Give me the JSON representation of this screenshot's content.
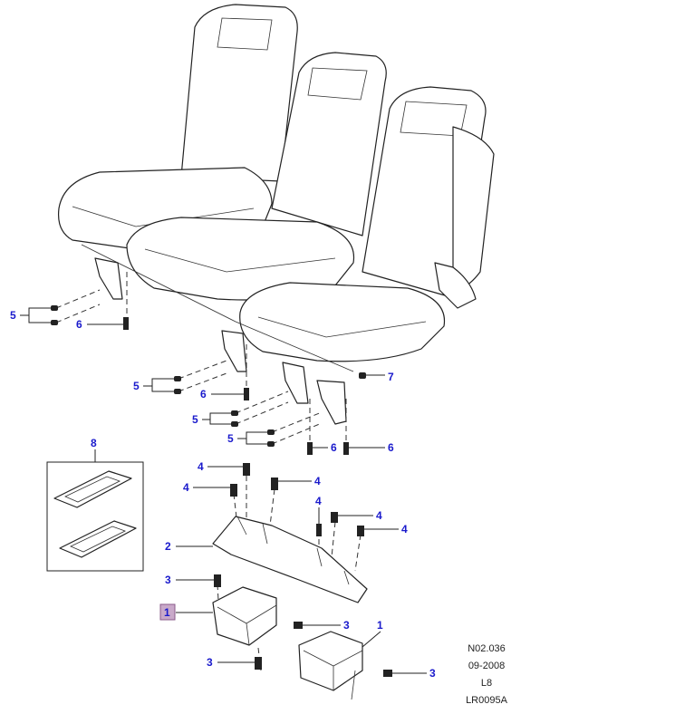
{
  "diagram": {
    "callouts": [
      {
        "id": "c5a",
        "label": "5"
      },
      {
        "id": "c6a",
        "label": "6"
      },
      {
        "id": "c5b",
        "label": "5"
      },
      {
        "id": "c6b",
        "label": "6"
      },
      {
        "id": "c7",
        "label": "7"
      },
      {
        "id": "c5c",
        "label": "5"
      },
      {
        "id": "c5d",
        "label": "5"
      },
      {
        "id": "c6c",
        "label": "6"
      },
      {
        "id": "c6d",
        "label": "6"
      },
      {
        "id": "c8",
        "label": "8"
      },
      {
        "id": "c4a",
        "label": "4"
      },
      {
        "id": "c4b",
        "label": "4"
      },
      {
        "id": "c4c",
        "label": "4"
      },
      {
        "id": "c4d",
        "label": "4"
      },
      {
        "id": "c4e",
        "label": "4"
      },
      {
        "id": "c4f",
        "label": "4"
      },
      {
        "id": "c2",
        "label": "2"
      },
      {
        "id": "c3a",
        "label": "3"
      },
      {
        "id": "c1a",
        "label": "1",
        "highlighted": true
      },
      {
        "id": "c3b",
        "label": "3"
      },
      {
        "id": "c1b",
        "label": "1"
      },
      {
        "id": "c3c",
        "label": "3"
      },
      {
        "id": "c3d",
        "label": "3"
      }
    ],
    "reference": {
      "code": "N02.036",
      "date": "09-2008",
      "model": "L8",
      "illustration_id": "LR0095A"
    },
    "colors": {
      "callout": "#1a1acc",
      "highlight": "#c9a9c9"
    }
  }
}
